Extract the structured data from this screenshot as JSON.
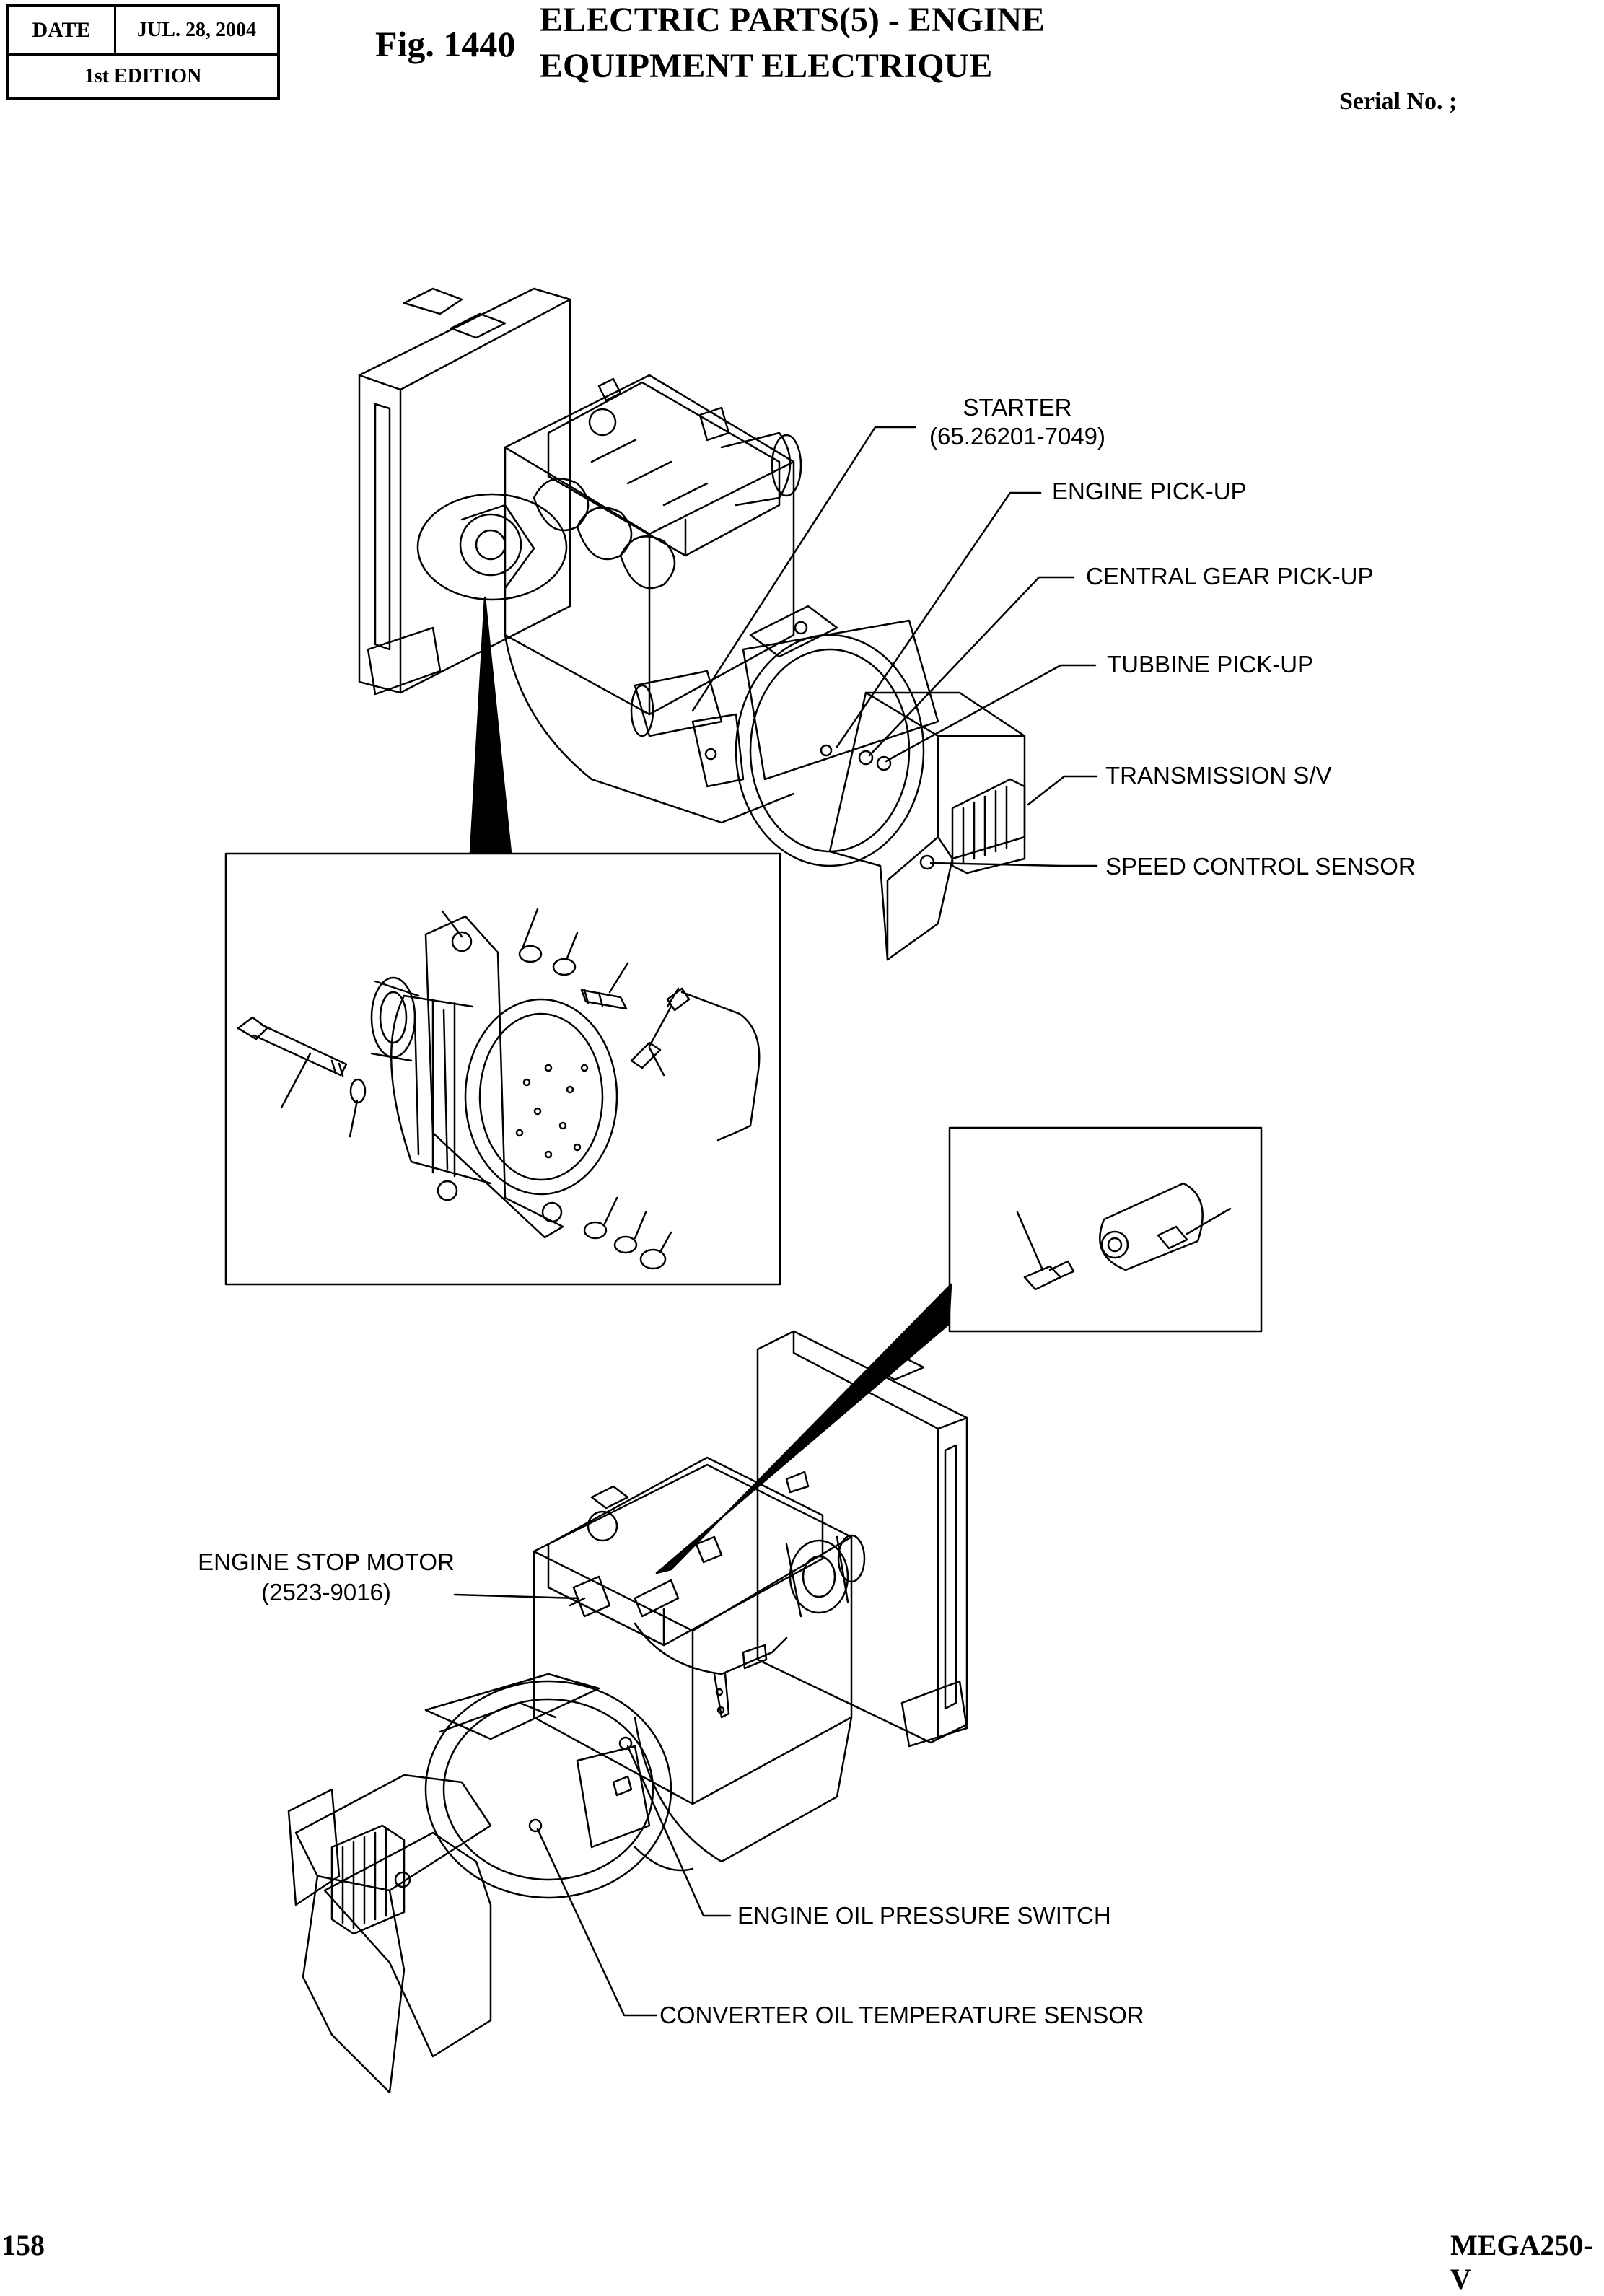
{
  "header": {
    "date_label": "DATE",
    "date_value": "JUL. 28, 2004",
    "edition": "1st EDITION",
    "figure_number": "Fig. 1440",
    "title_line1": "ELECTRIC PARTS(5) - ENGINE",
    "title_line2": "EQUIPMENT ELECTRIQUE",
    "serial": "Serial No. ;"
  },
  "callouts": {
    "starter": "STARTER",
    "starter_part": "(65.26201-7049)",
    "engine_pickup": "ENGINE PICK-UP",
    "central_gear_pickup": "CENTRAL GEAR PICK-UP",
    "turbine_pickup": "TUBBINE PICK-UP",
    "transmission_sv": "TRANSMISSION S/V",
    "speed_control_sensor": "SPEED CONTROL SENSOR",
    "engine_stop_motor": "ENGINE STOP MOTOR",
    "engine_stop_motor_part": "(2523-9016)",
    "engine_oil_pressure_switch": "ENGINE OIL PRESSURE SWITCH",
    "converter_oil_temp_sensor": "CONVERTER OIL TEMPERATURE SENSOR"
  },
  "footer": {
    "page_number": "158",
    "model": "MEGA250-V"
  }
}
